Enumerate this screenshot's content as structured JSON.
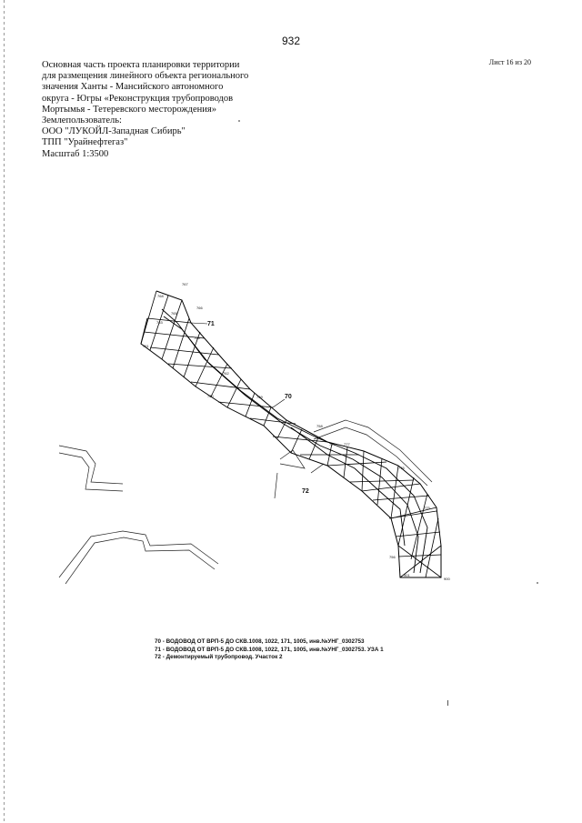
{
  "page_number": "932",
  "sheet": "Лист 16 из 20",
  "header_lines": [
    "Основная часть проекта планировки территории",
    "для размещения линейного объекта регионального",
    "значения Ханты - Мансийского автономного",
    "округа - Югры «Реконструкция трубопроводов",
    "Мортымья - Тетеревского месторождения»",
    "Землепользователь:",
    "ООО \"ЛУКОЙЛ-Западная Сибирь\"",
    "ТПП \"Урайнефтегаз\"",
    "Масштаб 1:3500"
  ],
  "map": {
    "callouts": [
      "70",
      "71",
      "72"
    ],
    "points": [
      "767",
      "768",
      "766",
      "765",
      "763",
      "764",
      "761",
      "762",
      "760",
      "759",
      "758",
      "757",
      "777",
      "776",
      "775",
      "756",
      "900",
      "901"
    ]
  },
  "legend": [
    "70 - ВОДОВОД ОТ ВРП-5 ДО СКВ.1008, 1022, 171, 1005, инв.№УНГ_0302753",
    "71 - ВОДОВОД ОТ ВРП-5 ДО СКВ.1008, 1022, 171, 1005, инв.№УНГ_0302753. УЗА 1",
    "72 - Демонтируемый трубопровод. Участок 2"
  ]
}
